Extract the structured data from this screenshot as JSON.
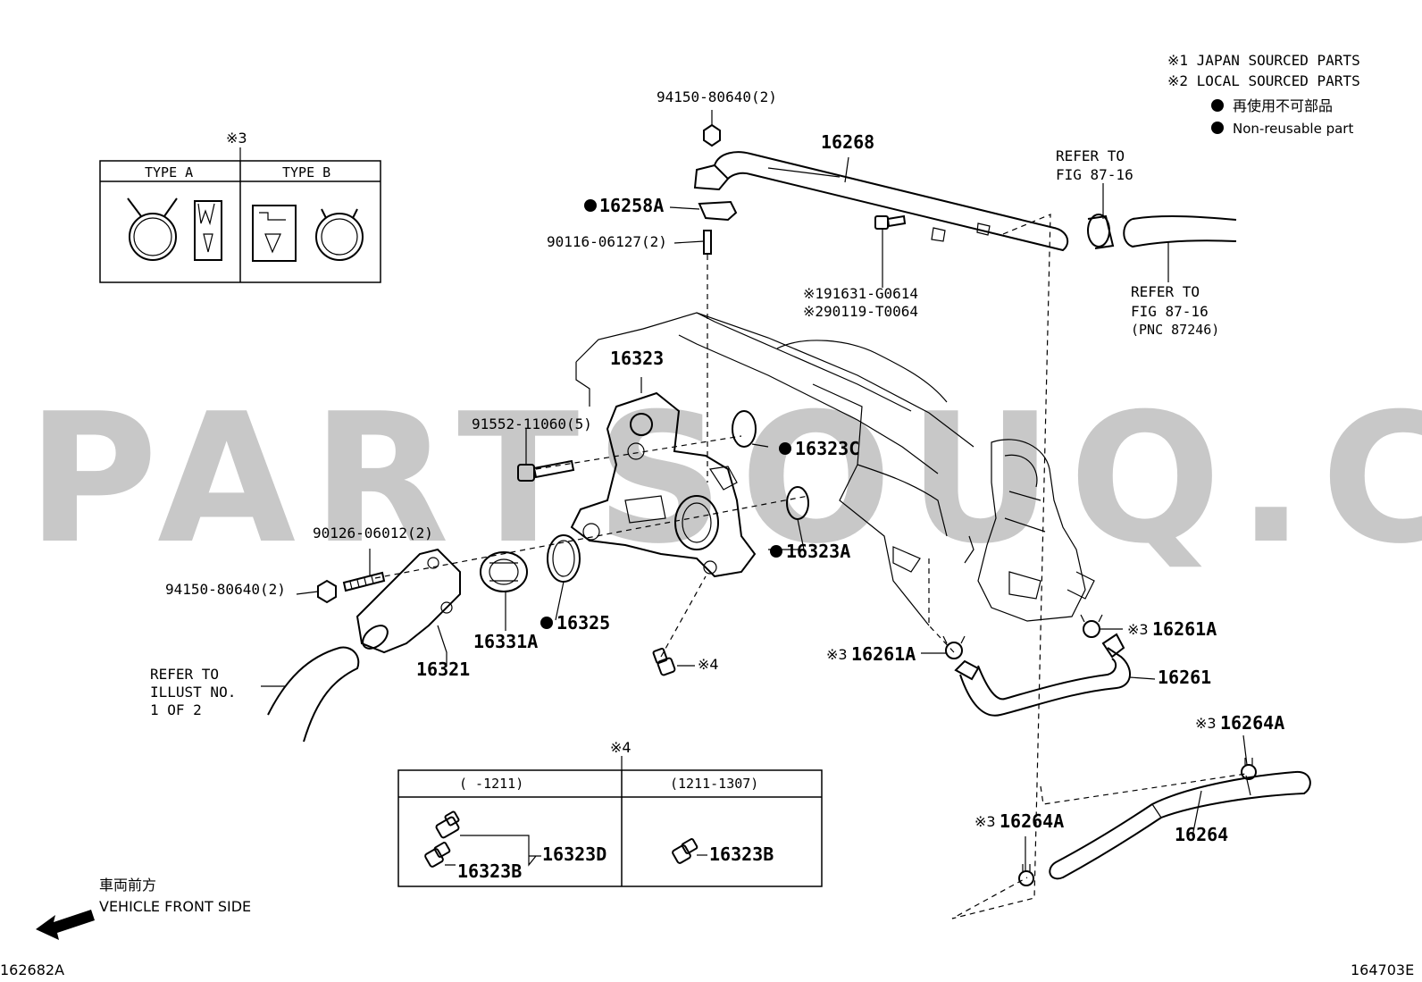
{
  "legend": {
    "line1": "※1 JAPAN SOURCED PARTS",
    "line2": "※2 LOCAL SOURCED PARTS",
    "non_reusable_jp": "再使用不可部品",
    "non_reusable_en": "Non-reusable part"
  },
  "watermark": "PARTSOUQ.COM",
  "clamp_box": {
    "note": "※3",
    "type_a": "TYPE A",
    "type_b": "TYPE B"
  },
  "plug_box": {
    "note": "※4",
    "col1": "(     -1211)",
    "col2": "(1211-1307)",
    "part_16323d": "16323D",
    "part_16323b_left": "16323B",
    "part_16323b_right": "16323B"
  },
  "labels": {
    "p94150_top": "94150-80640(2)",
    "p16268": "16268",
    "p16258a": "16258A",
    "p90116": "90116-06127(2)",
    "refer_top_1": "REFER TO",
    "refer_top_2": "FIG 87-16",
    "refer_right_1": "REFER TO",
    "refer_right_2": "FIG 87-16",
    "refer_right_3": "(PNC 87246)",
    "p191631": "※191631-G0614",
    "p290119": "※290119-T0064",
    "p16323": "16323",
    "p91552": "91552-11060(5)",
    "p16323c": "16323C",
    "p16323a": "16323A",
    "p90126": "90126-06012(2)",
    "p94150_left": "94150-80640(2)",
    "p16325": "16325",
    "p16331a": "16331A",
    "p16321": "16321",
    "note4": "※4",
    "refer_illust_1": "REFER TO",
    "refer_illust_2": "ILLUST NO.",
    "refer_illust_3": "1 OF 2",
    "p16261a_right": "16261A",
    "p16261a_right_note": "※3",
    "p16261a_left": "16261A",
    "p16261a_left_note": "※3",
    "p16261": "16261",
    "p16264a_top": "16264A",
    "p16264a_top_note": "※3",
    "p16264a_bottom": "16264A",
    "p16264a_bottom_note": "※3",
    "p16264": "16264"
  },
  "footer": {
    "front_jp": "車両前方",
    "front_en": "VEHICLE FRONT SIDE",
    "left_code": "162682A",
    "right_code": "164703E"
  }
}
